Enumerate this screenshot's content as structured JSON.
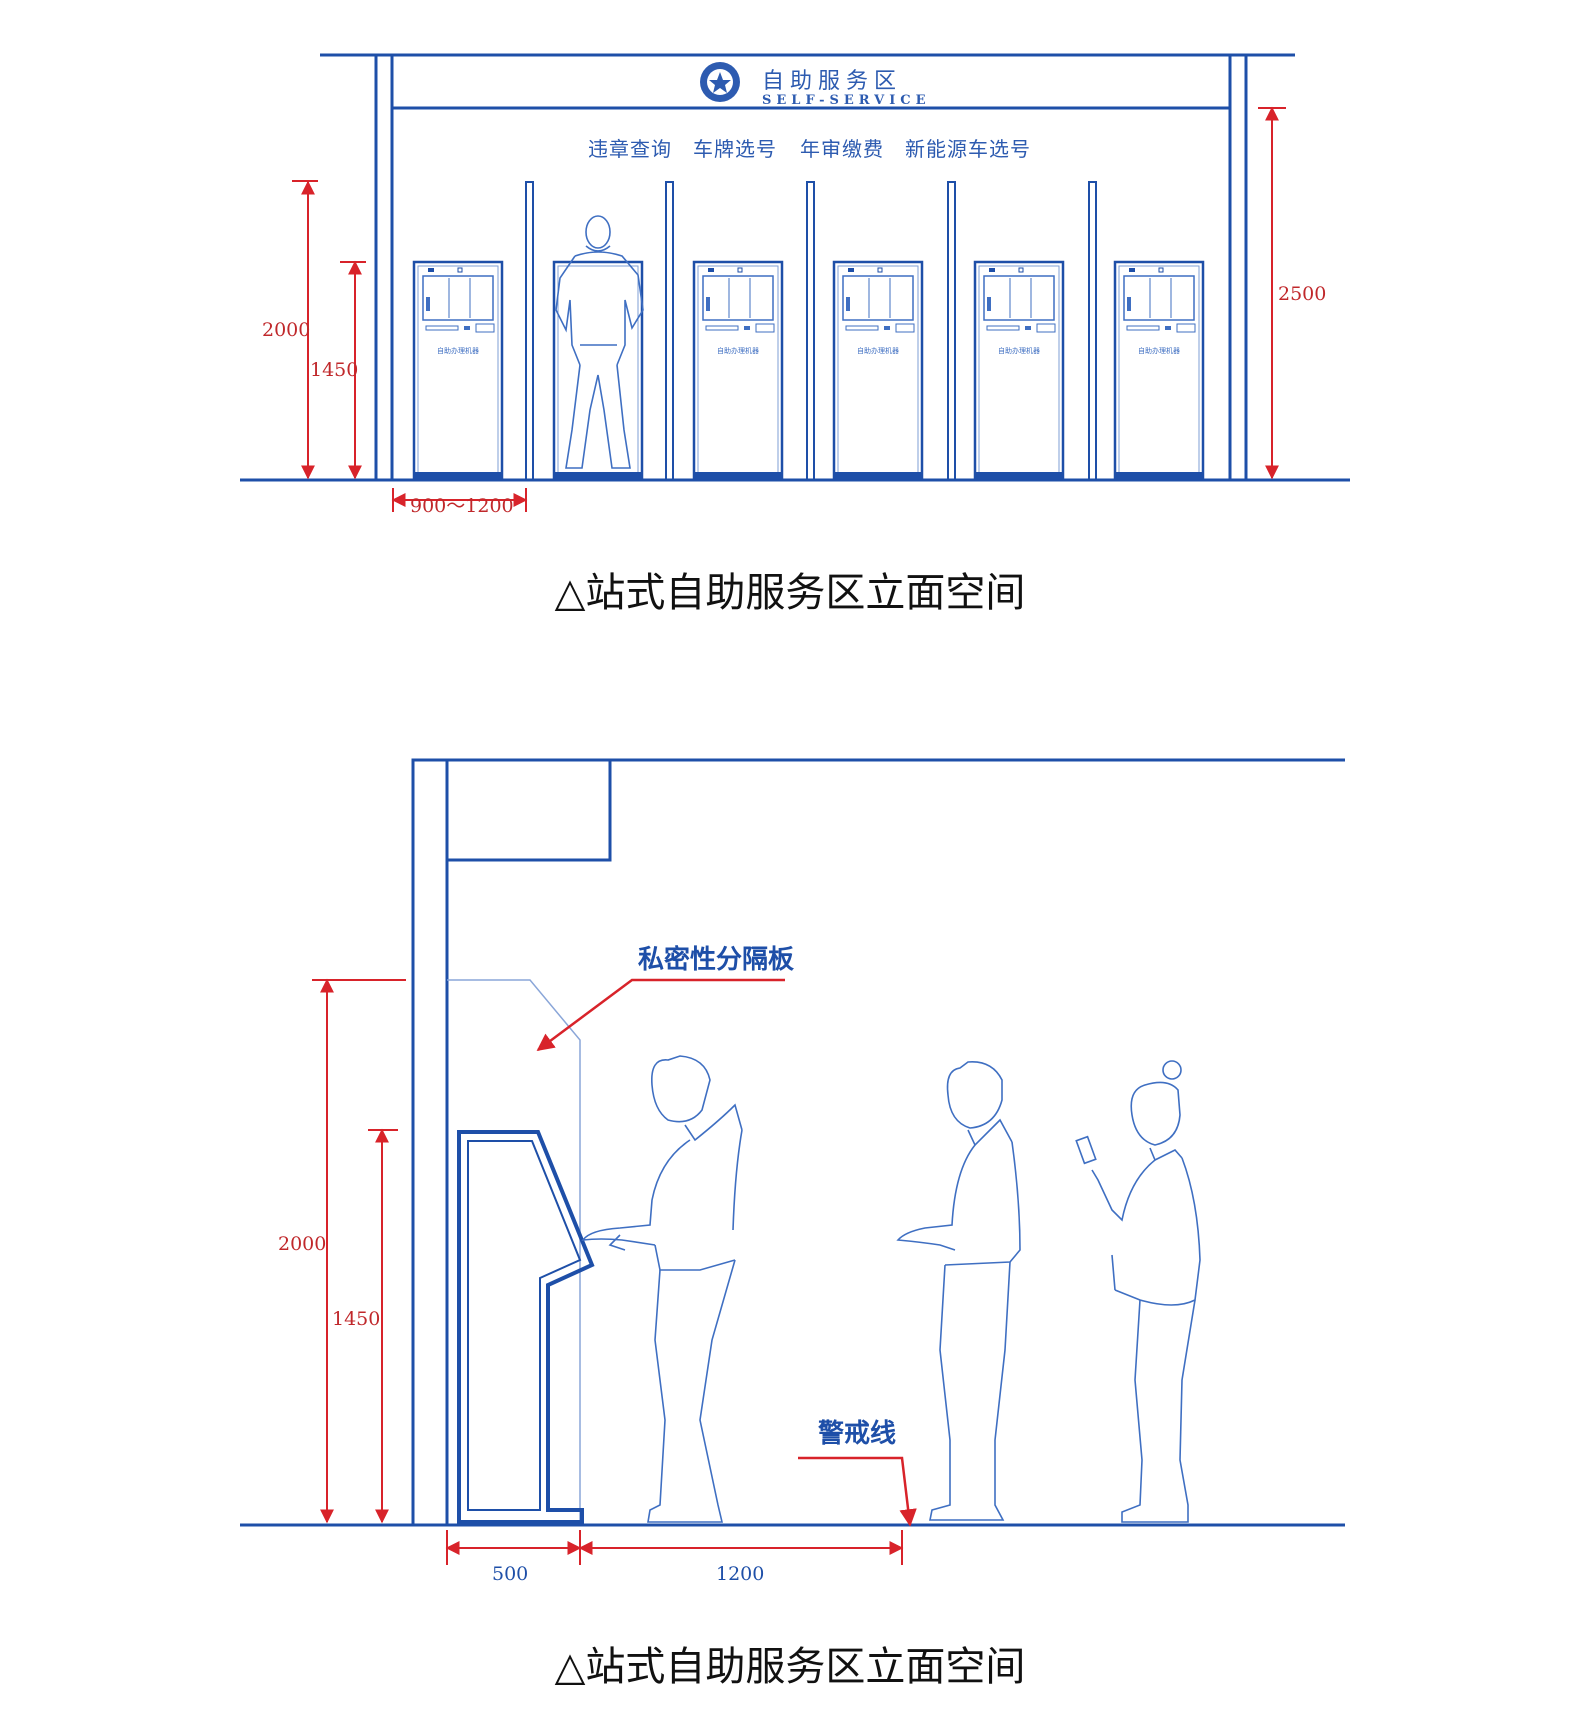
{
  "top": {
    "header_title": "自助服务区",
    "header_subtitle": "SELF-SERVICE",
    "services": [
      "违章查询",
      "车牌选号",
      "年审缴费",
      "新能源车选号"
    ],
    "kiosk_label": "自助办理机器",
    "dims": {
      "d2000": "2000",
      "d1450": "1450",
      "d2500": "2500",
      "d900": "900～1200"
    },
    "caption": "△站式自助服务区立面空间"
  },
  "bottom": {
    "privacy_label": "私密性分隔板",
    "warning_label": "警戒线",
    "dims": {
      "d2000": "2000",
      "d1450": "1450",
      "d500": "500",
      "d1200": "1200"
    },
    "caption": "△站式自助服务区立面空间"
  },
  "colors": {
    "line_blue": "#1e4fa8",
    "dim_red": "#d8232a"
  }
}
